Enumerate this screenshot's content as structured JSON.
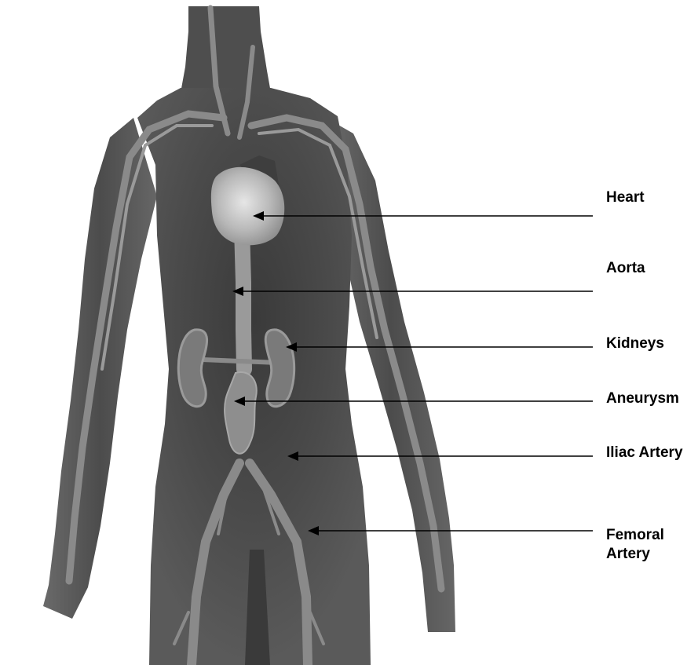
{
  "colors": {
    "background": "#ffffff",
    "body": "#555555",
    "body_shadow": "#2e2e2e",
    "vessel": "#8a8a8a",
    "heart": "#c4c4c4",
    "kidney": "#7a7a7a",
    "leader_line": "#000000",
    "label_text": "#000000"
  },
  "labels": [
    {
      "id": "heart",
      "text": "Heart"
    },
    {
      "id": "aorta",
      "text": "Aorta"
    },
    {
      "id": "kidneys",
      "text": "Kidneys"
    },
    {
      "id": "aneurysm",
      "text": "Aneurysm"
    },
    {
      "id": "iliac",
      "text": "Iliac Artery"
    },
    {
      "id": "femoral",
      "text": "Femoral Artery"
    }
  ]
}
